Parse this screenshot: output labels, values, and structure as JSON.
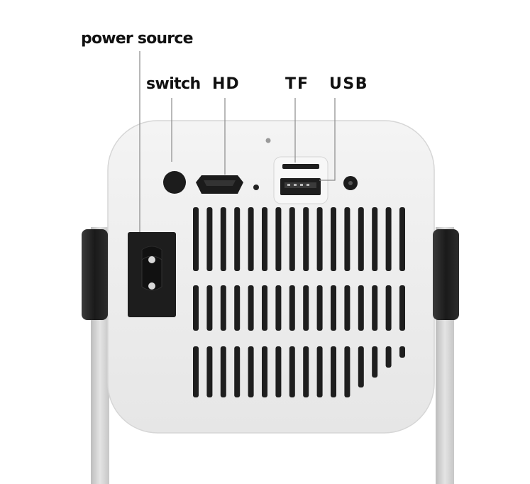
{
  "labels": {
    "power_source": "power source",
    "switch": "switch",
    "hd": "HD",
    "tf": "TF",
    "usb": "USB"
  },
  "colors": {
    "body": "#ededed",
    "body_edge": "#d9d9d9",
    "stand": "#d4d4d4",
    "port_dark": "#1d1d1d",
    "leader_line": "#8a8a8a"
  }
}
